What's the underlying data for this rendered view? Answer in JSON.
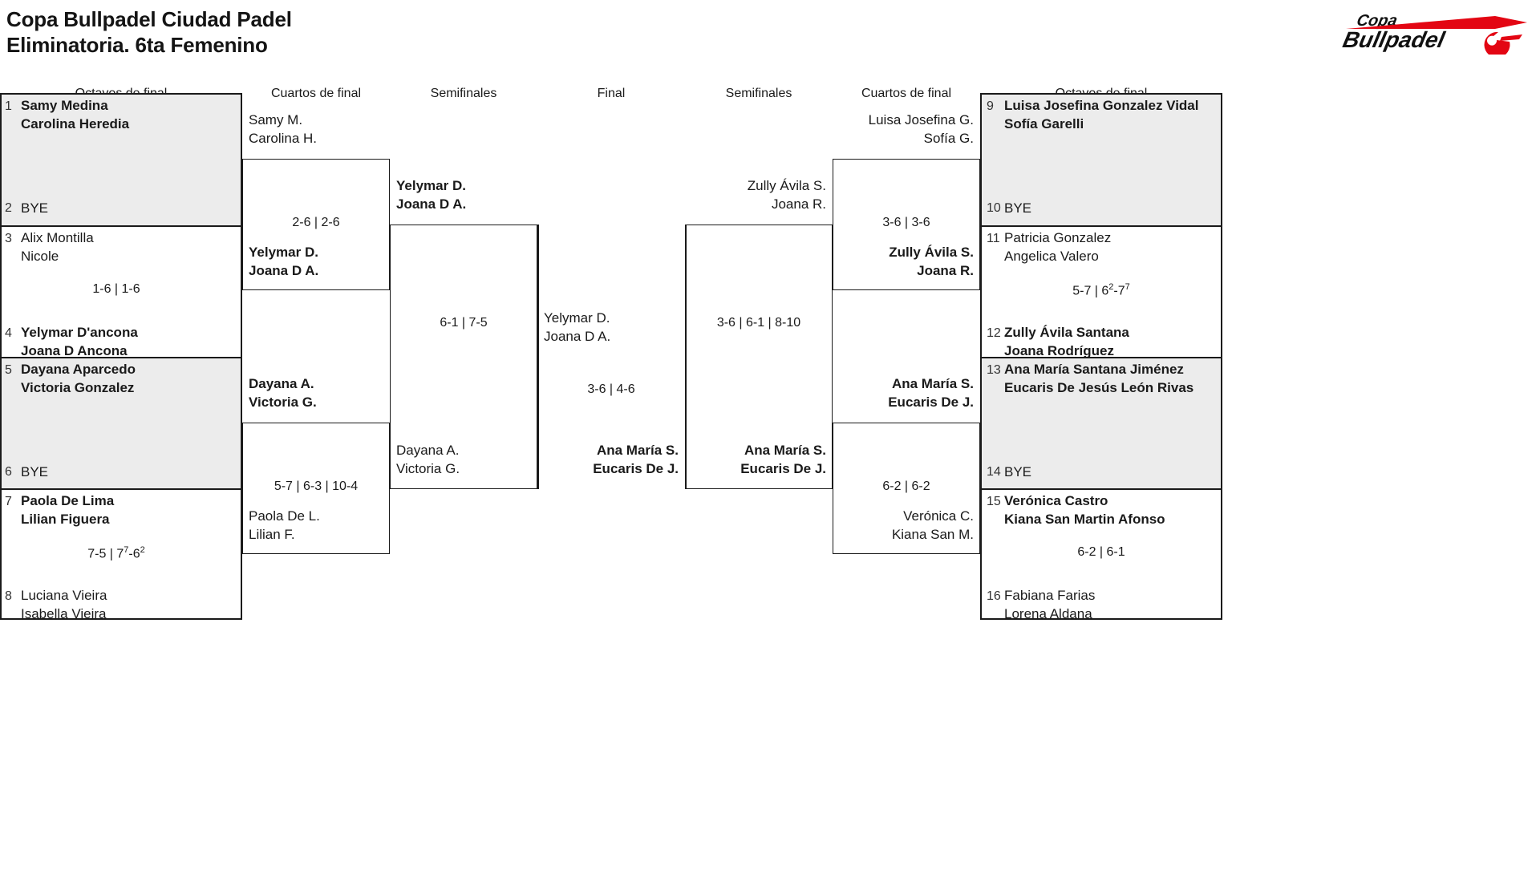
{
  "header": {
    "title_line1": "Copa Bullpadel Ciudad Padel",
    "title_line2": "Eliminatoria. 6ta Femenino",
    "logo_text_top": "Copa",
    "logo_text_bottom": "Bullpadel",
    "logo_color": "#e30613"
  },
  "round_headers": {
    "left_r16": "Octavos de final",
    "left_qf": "Cuartos de final",
    "left_sf": "Semifinales",
    "final": "Final",
    "right_sf": "Semifinales",
    "right_qf": "Cuartos de final",
    "right_r16": "Octavos de final"
  },
  "left": {
    "r16": [
      {
        "seed": "1",
        "p1": "Samy Medina",
        "p2": "Carolina Heredia",
        "winner": true,
        "bye": false
      },
      {
        "seed": "2",
        "p1": "BYE",
        "p2": "",
        "winner": false,
        "bye": true
      },
      {
        "seed": "3",
        "p1": "Alix Montilla",
        "p2": "Nicole",
        "winner": false,
        "bye": false
      },
      {
        "seed": "4",
        "p1": "Yelymar D'ancona",
        "p2": "Joana D Ancona",
        "winner": true,
        "bye": false
      },
      {
        "seed": "5",
        "p1": "Dayana Aparcedo",
        "p2": "Victoria Gonzalez",
        "winner": true,
        "bye": false
      },
      {
        "seed": "6",
        "p1": "BYE",
        "p2": "",
        "winner": false,
        "bye": true
      },
      {
        "seed": "7",
        "p1": "Paola De Lima",
        "p2": "Lilian Figuera",
        "winner": true,
        "bye": false
      },
      {
        "seed": "8",
        "p1": "Luciana Vieira",
        "p2": "Isabella Vieira",
        "winner": false,
        "bye": false
      }
    ],
    "r16_scores": [
      {
        "text": "",
        "parts": []
      },
      {
        "text": "1-6 | 1-6",
        "parts": [
          {
            "t": "1-6 | 1-6"
          }
        ]
      },
      {
        "text": "",
        "parts": []
      },
      {
        "text": "7-5 | 7⁷-6²",
        "parts": [
          {
            "t": "7-5 | 7"
          },
          {
            "t": "7",
            "sup": true
          },
          {
            "t": "-6"
          },
          {
            "t": "2",
            "sup": true
          }
        ]
      }
    ],
    "qf": [
      {
        "p1": "Samy M.",
        "p2": "Carolina H.",
        "winner": false
      },
      {
        "p1": "Yelymar D.",
        "p2": "Joana D A.",
        "winner": true
      },
      {
        "p1": "Dayana A.",
        "p2": "Victoria G.",
        "winner": true
      },
      {
        "p1": "Paola De L.",
        "p2": "Lilian F.",
        "winner": false
      }
    ],
    "qf_scores": [
      {
        "parts": [
          {
            "t": "2-6 | 2-6"
          }
        ]
      },
      {
        "parts": [
          {
            "t": "5-7 | 6-3 | 10-4"
          }
        ]
      }
    ],
    "sf": [
      {
        "p1": "Yelymar D.",
        "p2": "Joana D A.",
        "winner": true
      },
      {
        "p1": "Dayana A.",
        "p2": "Victoria G.",
        "winner": false
      }
    ],
    "sf_score": {
      "parts": [
        {
          "t": "6-1 | 7-5"
        }
      ]
    }
  },
  "final": {
    "top": {
      "p1": "Yelymar D.",
      "p2": "Joana D A.",
      "winner": false
    },
    "bottom": {
      "p1": "Ana María S.",
      "p2": "Eucaris De J.",
      "winner": true
    },
    "score": {
      "parts": [
        {
          "t": "3-6 | 4-6"
        }
      ]
    }
  },
  "right": {
    "r16": [
      {
        "seed": "9",
        "p1": "Luisa Josefina Gonzalez Vidal",
        "p2": "Sofía Garelli",
        "winner": true,
        "bye": false
      },
      {
        "seed": "10",
        "p1": "BYE",
        "p2": "",
        "winner": false,
        "bye": true
      },
      {
        "seed": "11",
        "p1": "Patricia Gonzalez",
        "p2": "Angelica Valero",
        "winner": false,
        "bye": false
      },
      {
        "seed": "12",
        "p1": "Zully Ávila Santana",
        "p2": "Joana Rodríguez",
        "winner": true,
        "bye": false
      },
      {
        "seed": "13",
        "p1": "Ana María Santana Jiménez",
        "p2": "Eucaris De Jesús León Rivas",
        "winner": true,
        "bye": false
      },
      {
        "seed": "14",
        "p1": "BYE",
        "p2": "",
        "winner": false,
        "bye": true
      },
      {
        "seed": "15",
        "p1": "Verónica Castro",
        "p2": "Kiana San Martin Afonso",
        "winner": true,
        "bye": false
      },
      {
        "seed": "16",
        "p1": "Fabiana Farias",
        "p2": "Lorena Aldana",
        "winner": false,
        "bye": false
      }
    ],
    "r16_scores": [
      {
        "parts": []
      },
      {
        "parts": [
          {
            "t": "5-7 | 6"
          },
          {
            "t": "2",
            "sup": true
          },
          {
            "t": "-7"
          },
          {
            "t": "7",
            "sup": true
          }
        ]
      },
      {
        "parts": []
      },
      {
        "parts": [
          {
            "t": "6-2 | 6-1"
          }
        ]
      }
    ],
    "qf": [
      {
        "p1": "Luisa Josefina G.",
        "p2": "Sofía G.",
        "winner": false
      },
      {
        "p1": "Zully Ávila S.",
        "p2": "Joana R.",
        "winner": true
      },
      {
        "p1": "Ana María S.",
        "p2": "Eucaris De J.",
        "winner": true
      },
      {
        "p1": "Verónica C.",
        "p2": "Kiana San M.",
        "winner": false
      }
    ],
    "qf_scores": [
      {
        "parts": [
          {
            "t": "3-6 | 3-6"
          }
        ]
      },
      {
        "parts": [
          {
            "t": "6-2 | 6-2"
          }
        ]
      }
    ],
    "sf": [
      {
        "p1": "Zully Ávila S.",
        "p2": "Joana R.",
        "winner": false
      },
      {
        "p1": "Ana María S.",
        "p2": "Eucaris De J.",
        "winner": true
      }
    ],
    "sf_score": {
      "parts": [
        {
          "t": "3-6 | 6-1 | 8-10"
        }
      ]
    }
  }
}
